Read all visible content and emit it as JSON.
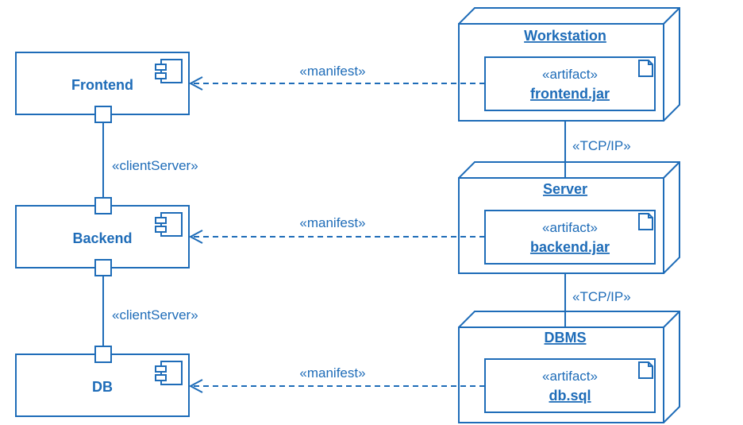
{
  "diagram": {
    "components": [
      {
        "id": "frontend",
        "label": "Frontend"
      },
      {
        "id": "backend",
        "label": "Backend"
      },
      {
        "id": "db",
        "label": "DB"
      }
    ],
    "component_links": [
      {
        "from": "frontend",
        "to": "backend",
        "label": "«clientServer»"
      },
      {
        "from": "backend",
        "to": "db",
        "label": "«clientServer»"
      }
    ],
    "nodes": [
      {
        "id": "workstation",
        "label": "Workstation",
        "artifact_stereotype": "«artifact»",
        "artifact_name": "frontend.jar"
      },
      {
        "id": "server",
        "label": "Server",
        "artifact_stereotype": "«artifact»",
        "artifact_name": "backend.jar"
      },
      {
        "id": "dbms",
        "label": "DBMS",
        "artifact_stereotype": "«artifact»",
        "artifact_name": "db.sql"
      }
    ],
    "node_links": [
      {
        "from": "workstation",
        "to": "server",
        "label": "«TCP/IP»"
      },
      {
        "from": "server",
        "to": "dbms",
        "label": "«TCP/IP»"
      }
    ],
    "manifest_links": [
      {
        "from": "workstation",
        "to": "frontend",
        "label": "«manifest»"
      },
      {
        "from": "server",
        "to": "backend",
        "label": "«manifest»"
      },
      {
        "from": "dbms",
        "to": "db",
        "label": "«manifest»"
      }
    ],
    "colors": {
      "stroke": "#1e6cb8",
      "text": "#1e6cb8",
      "background": "#ffffff"
    }
  }
}
